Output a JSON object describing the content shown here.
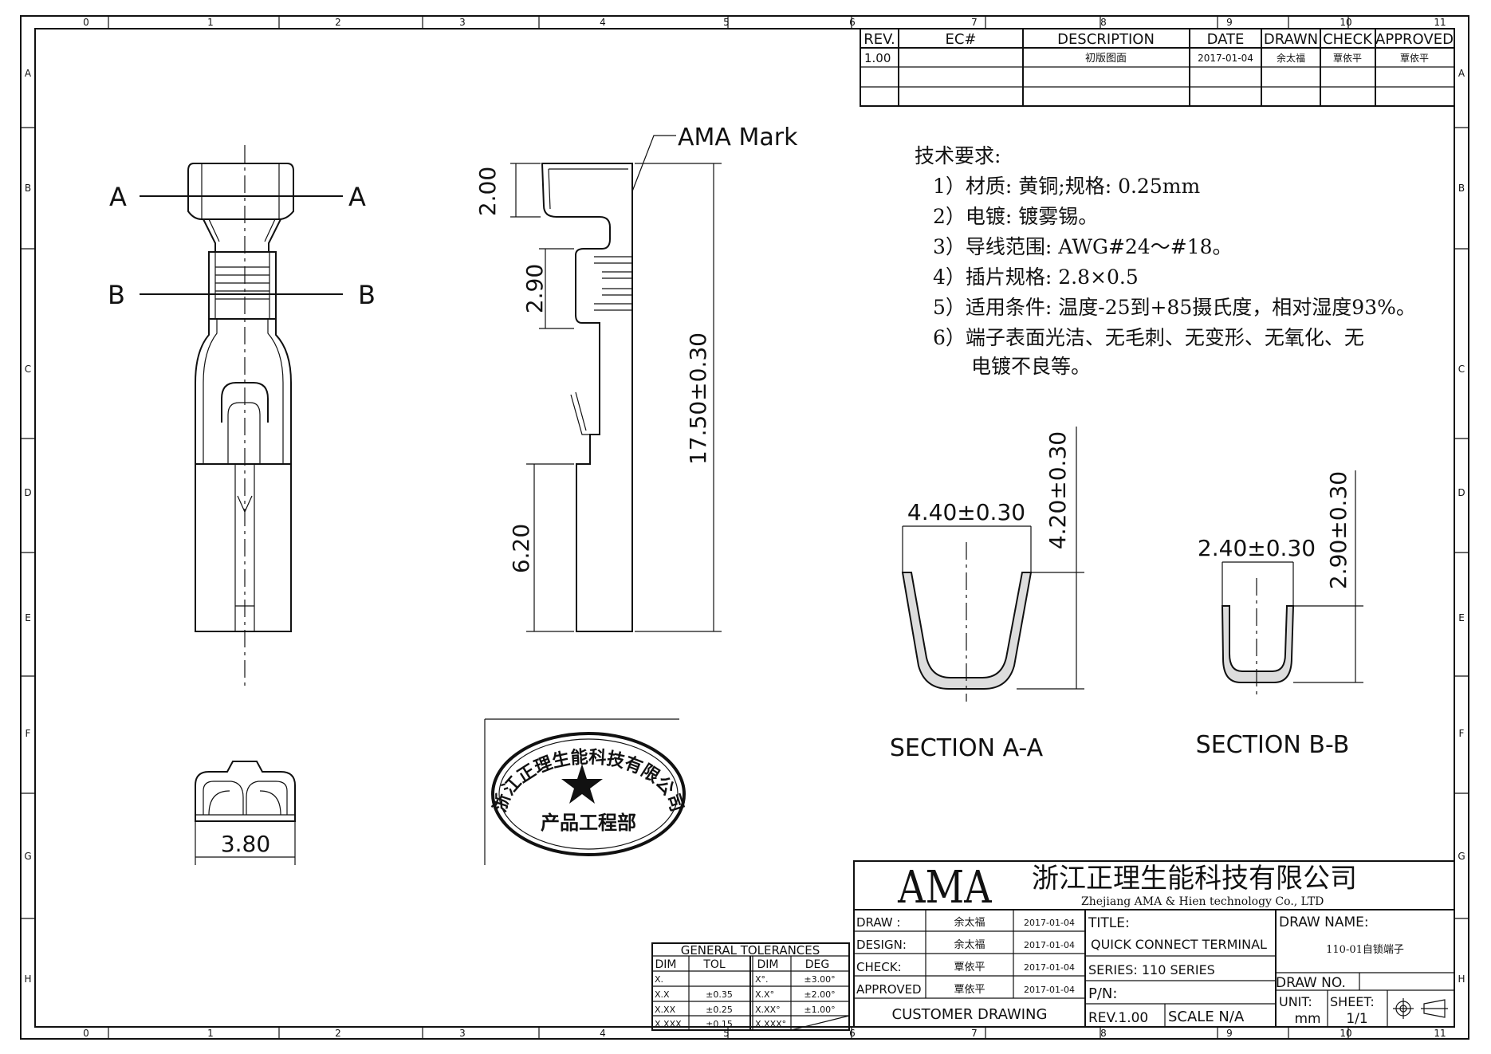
{
  "grid": {
    "columns": [
      "0",
      "1",
      "2",
      "3",
      "4",
      "5",
      "6",
      "7",
      "8",
      "9",
      "10",
      "11"
    ],
    "rows": [
      "A",
      "B",
      "C",
      "D",
      "E",
      "F",
      "G",
      "H"
    ]
  },
  "revision_table": {
    "headers": [
      "REV.",
      "EC#",
      "DESCRIPTION",
      "DATE",
      "DRAWN",
      "CHECK",
      "APPROVED"
    ],
    "rows": [
      [
        "1.00",
        "",
        "初版图面",
        "2017-01-04",
        "余太福",
        "覃依平",
        "覃依平"
      ],
      [
        "",
        "",
        "",
        "",
        "",
        "",
        ""
      ],
      [
        "",
        "",
        "",
        "",
        "",
        "",
        ""
      ]
    ]
  },
  "annotations": {
    "ama_mark": "AMA Mark",
    "section_a_left": "A",
    "section_a_right": "A",
    "section_b_left": "B",
    "section_b_right": "B"
  },
  "dimensions": {
    "d_2_00": "2.00",
    "d_2_90": "2.90",
    "d_17_50": "17.50±0.30",
    "d_6_20": "6.20",
    "d_3_80": "3.80",
    "d_4_40": "4.40±0.30",
    "d_4_20": "4.20±0.30",
    "d_2_40": "2.40±0.30",
    "d_2_90_tol": "2.90±0.30"
  },
  "requirements": {
    "title": "技术要求:",
    "items": [
      "1）材质: 黄铜;规格: 0.25mm",
      "2）电镀: 镀雾锡。",
      "3）导线范围: AWG#24～#18。",
      "4）插片规格: 2.8×0.5",
      "5）适用条件: 温度-25到+85摄氏度，相对湿度93%。",
      "6）端子表面光洁、无毛刺、无变形、无氧化、无",
      "电镀不良等。"
    ]
  },
  "sections": {
    "section_aa": "SECTION A-A",
    "section_bb": "SECTION B-B"
  },
  "stamp": {
    "company": "浙江正理生能科技有限公司",
    "department": "产品工程部"
  },
  "tolerances": {
    "title": "GENERAL TOLERANCES",
    "headers": [
      "DIM",
      "TOL",
      "DIM",
      "DEG"
    ],
    "rows": [
      [
        "X.",
        "",
        "X°.",
        "±3.00°"
      ],
      [
        "X.X",
        "±0.35",
        "X.X°",
        "±2.00°"
      ],
      [
        "X.XX",
        "±0.25",
        "X.XX°",
        "±1.00°"
      ],
      [
        "X.XXX",
        "±0.15",
        "X.XXX°",
        ""
      ]
    ]
  },
  "title_block": {
    "logo": "AMA",
    "company_cn": "浙江正理生能科技有限公司",
    "company_en": "Zhejiang AMA & Hien technology Co., LTD",
    "signoff": [
      {
        "label": "DRAW :",
        "name": "余太福",
        "date": "2017-01-04"
      },
      {
        "label": "DESIGN:",
        "name": "余太福",
        "date": "2017-01-04"
      },
      {
        "label": "CHECK:",
        "name": "覃依平",
        "date": "2017-01-04"
      },
      {
        "label": "APPROVED",
        "name": "覃依平",
        "date": "2017-01-04"
      }
    ],
    "customer_drawing": "CUSTOMER DRAWING",
    "title_label": "TITLE:",
    "title_value": "QUICK CONNECT TERMINAL",
    "series": "SERIES: 110 SERIES",
    "pn": "P/N:",
    "rev": "REV.1.00",
    "scale": "SCALE N/A",
    "draw_name_label": "DRAW NAME:",
    "draw_name_value": "110-01自锁端子",
    "draw_no_label": "DRAW NO.",
    "unit_label": "UNIT:",
    "unit_value": "mm",
    "sheet_label": "SHEET:",
    "sheet_value": "1/1"
  }
}
